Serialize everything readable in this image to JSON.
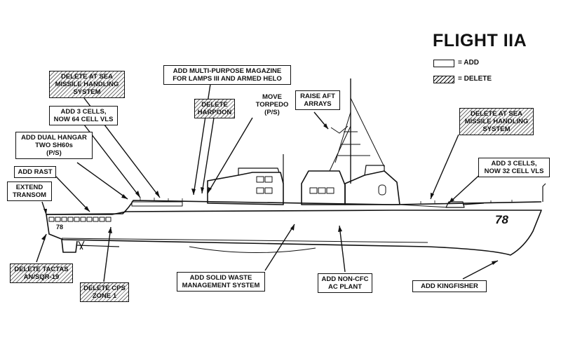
{
  "title": "FLIGHT IIA",
  "legend": {
    "add": "= ADD",
    "delete": "= DELETE"
  },
  "hull_number_side": "78",
  "hull_number_stern": "78",
  "labels": {
    "delete_at_sea_fwd": [
      "DELETE AT SEA",
      "MISSILE HANDLING",
      "SYSTEM"
    ],
    "add_multipurpose_magazine": [
      "ADD MULTI-PURPOSE MAGAZINE",
      "FOR LAMPS III AND ARMED HELO"
    ],
    "move_torpedo": [
      "MOVE",
      "TORPEDO",
      "(P/S)"
    ],
    "raise_aft_arrays": [
      "RAISE AFT",
      "ARRAYS"
    ],
    "delete_harpoon": [
      "DELETE",
      "HARPOON"
    ],
    "add_3_cells_64": [
      "ADD 3 CELLS,",
      "NOW 64 CELL VLS"
    ],
    "add_dual_hangar": [
      "ADD DUAL HANGAR",
      "TWO SH60s",
      "(P/S)"
    ],
    "add_rast": [
      "ADD RAST"
    ],
    "extend_transom": [
      "EXTEND",
      "TRANSOM"
    ],
    "delete_at_sea_aft": [
      "DELETE AT SEA",
      "MISSILE HANDLING",
      "SYSTEM"
    ],
    "add_3_cells_32": [
      "ADD 3 CELLS,",
      "NOW 32 CELL VLS"
    ],
    "delete_tactas": [
      "DELETE TACTAS",
      "AN/SQR-19"
    ],
    "delete_cps": [
      "DELETE CPS",
      "ZONE 1"
    ],
    "add_solid_waste": [
      "ADD SOLID WASTE",
      "MANAGEMENT SYSTEM"
    ],
    "add_non_cfc": [
      "ADD NON-CFC",
      "AC PLANT"
    ],
    "add_kingfisher": [
      "ADD KINGFISHER"
    ]
  }
}
